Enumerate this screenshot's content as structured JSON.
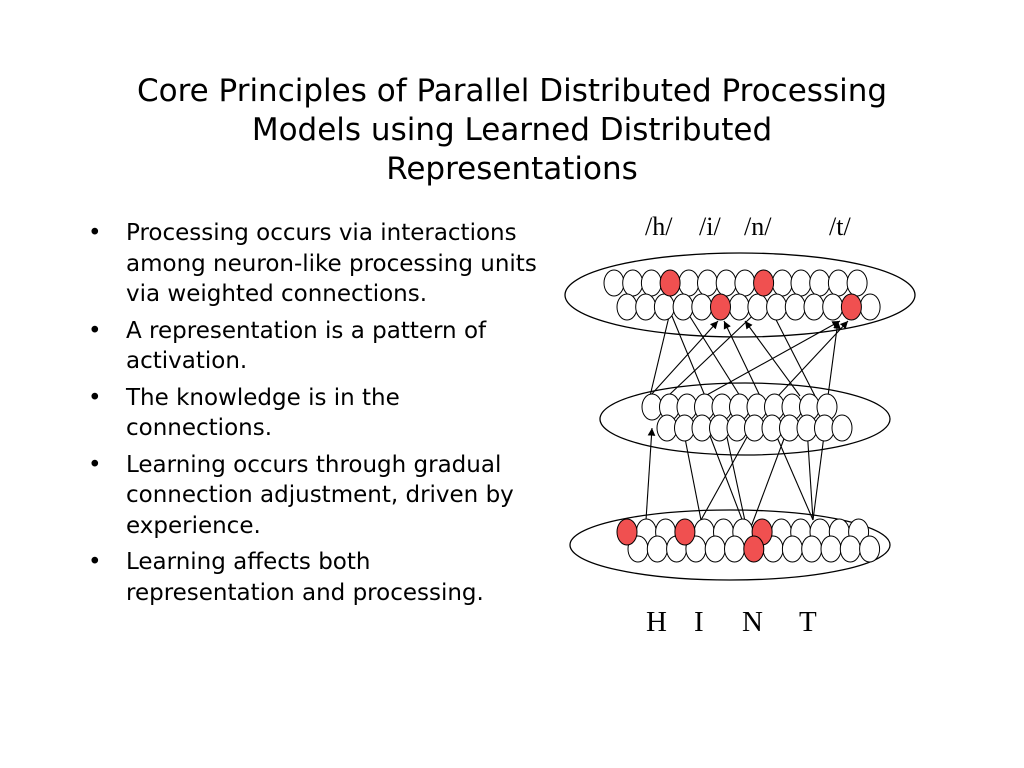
{
  "title": {
    "lines": [
      "Core Principles of Parallel Distributed Processing",
      "Models using Learned Distributed",
      "Representations"
    ]
  },
  "bullets": [
    "Processing occurs via interactions among neuron-like processing units via weighted connections.",
    "A representation is a pattern of activation.",
    "The knowledge is in the connections.",
    "Learning occurs through gradual connection adjustment, driven by experience.",
    "Learning affects both representation and processing."
  ],
  "bullet_char": "•",
  "diagram": {
    "output_labels": [
      "/h/",
      "/i/",
      "/n/",
      "/t/"
    ],
    "input_labels": [
      "H",
      "I",
      "N",
      "T"
    ],
    "colors": {
      "active": "#f05050",
      "inactive": "#ffffff",
      "stroke": "#000000"
    },
    "layers": {
      "output": {
        "top_count": 14,
        "bottom_count": 14,
        "active_top": [
          3,
          8
        ],
        "active_bottom": [
          5,
          12
        ]
      },
      "hidden": {
        "top_count": 11,
        "bottom_count": 11,
        "active_top": [],
        "active_bottom": []
      },
      "input": {
        "top_count": 13,
        "bottom_count": 13,
        "active_top": [
          0,
          3,
          7
        ],
        "active_bottom": [
          6
        ]
      }
    }
  }
}
